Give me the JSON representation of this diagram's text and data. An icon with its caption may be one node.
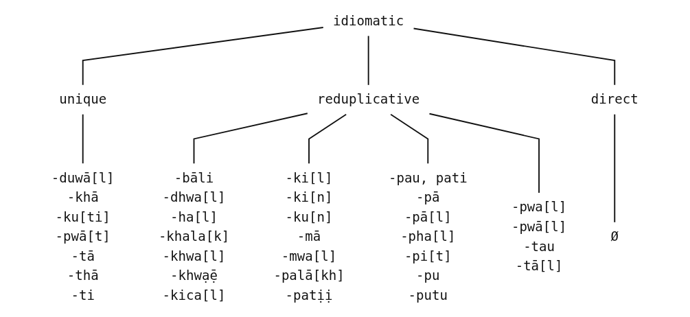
{
  "diagram": {
    "nodes": [
      {
        "text": [
          "idiomatic"
        ]
      },
      {
        "text": [
          "unique"
        ]
      },
      {
        "text": [
          "reduplicative"
        ]
      },
      {
        "text": [
          "direct"
        ]
      },
      {
        "text": [
          "-duwā[l]",
          "-khā",
          "-ku[ti]",
          "-pwā[t]",
          "-tā",
          "-thā",
          "-ti"
        ]
      },
      {
        "text": [
          "-bāli",
          "-dhwa[l]",
          "-ha[l]",
          "-khala[k]",
          "-khwa[l]",
          "-khwạ̄ẹ",
          "-kica[l]"
        ]
      },
      {
        "text": [
          "-ki[l]",
          "-ki[n]",
          "-ku[n]",
          "-mā",
          "-mwa[l]",
          "-palā[kh]",
          "-patịị"
        ]
      },
      {
        "text": [
          "-pau, pati",
          "-pā",
          "-pā[l]",
          "-pha[l]",
          "-pi[t]",
          "-pu",
          "-putu"
        ]
      },
      {
        "text": [
          "-pwa[l]",
          "-pwā[l]",
          "-tau",
          "-tā[l]"
        ]
      },
      {
        "text": [
          "Ø"
        ]
      }
    ],
    "edges": [
      {
        "from": 0,
        "to": 1,
        "arrow": "none"
      },
      {
        "from": 0,
        "to": 2,
        "arrow": "none"
      },
      {
        "from": 0,
        "to": 3,
        "arrow": "none"
      },
      {
        "from": 1,
        "to": 4,
        "arrow": "none"
      },
      {
        "from": 2,
        "to": 5,
        "arrow": "none"
      },
      {
        "from": 2,
        "to": 6,
        "arrow": "none"
      },
      {
        "from": 2,
        "to": 7,
        "arrow": "none"
      },
      {
        "from": 2,
        "to": 8,
        "arrow": "none"
      },
      {
        "from": 3,
        "to": 9,
        "arrow": "none"
      }
    ]
  }
}
